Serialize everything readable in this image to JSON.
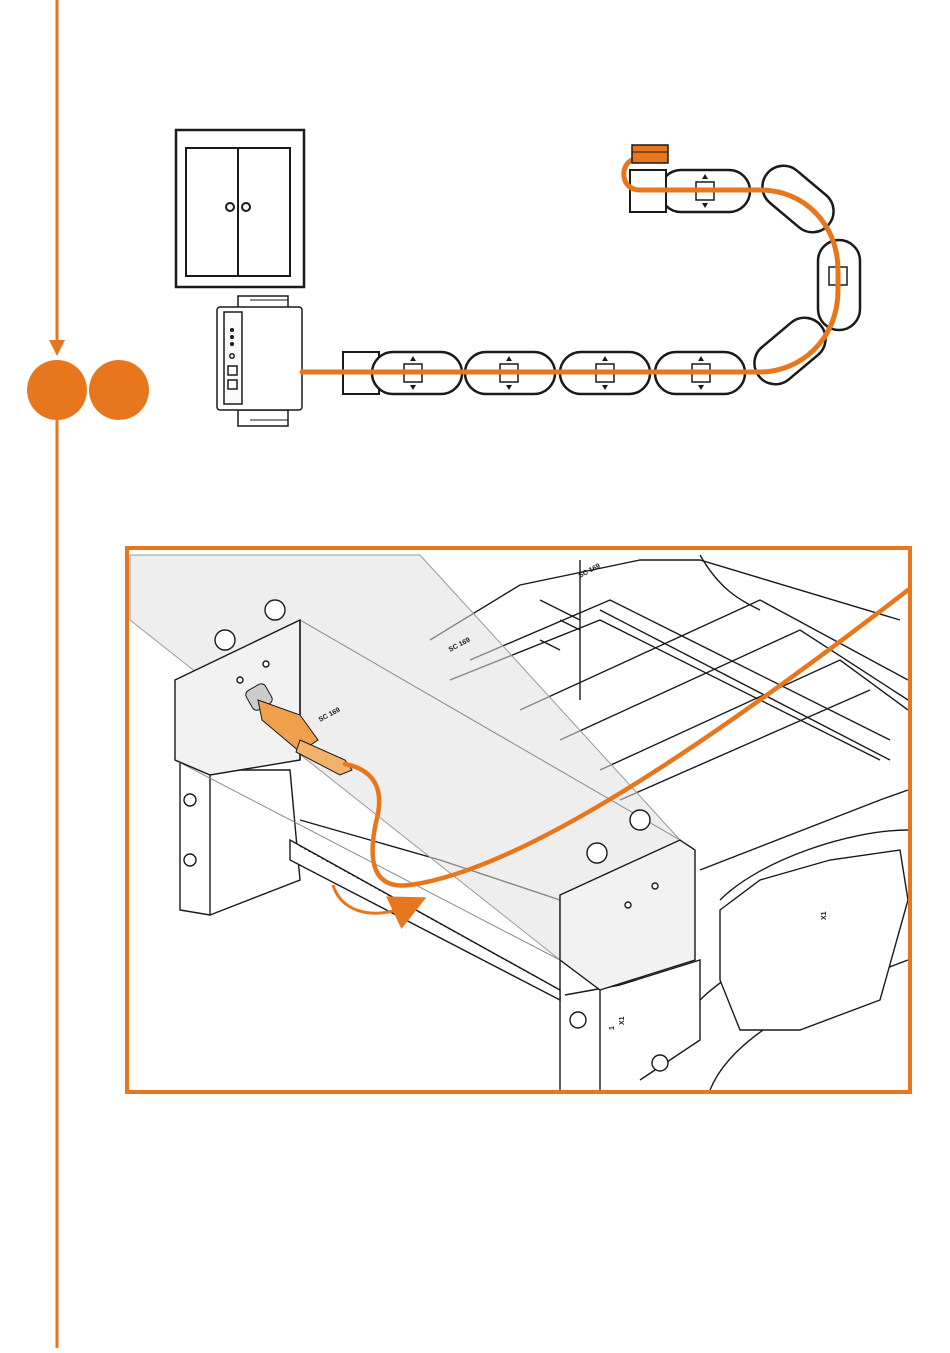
{
  "colors": {
    "accent": "#E8761C",
    "line": "#1a1a1a",
    "ghost": "#d9d9d9",
    "frame": "#E8761C"
  },
  "step": {
    "dots": 2
  },
  "icons": {
    "cabinet": "cabinet-icon",
    "module": "io-module-icon",
    "chain": "energy-chain-icon",
    "cable": "sensor-cable-icon",
    "arrow": "curved-arrow-icon"
  },
  "labels": {
    "chain_link_a": "SC 169",
    "chain_link_b": "SC 169",
    "chain_link_c": "SC 169",
    "side_mark_1": "X1",
    "side_mark_2": "1",
    "side_mark_3": "X1"
  }
}
